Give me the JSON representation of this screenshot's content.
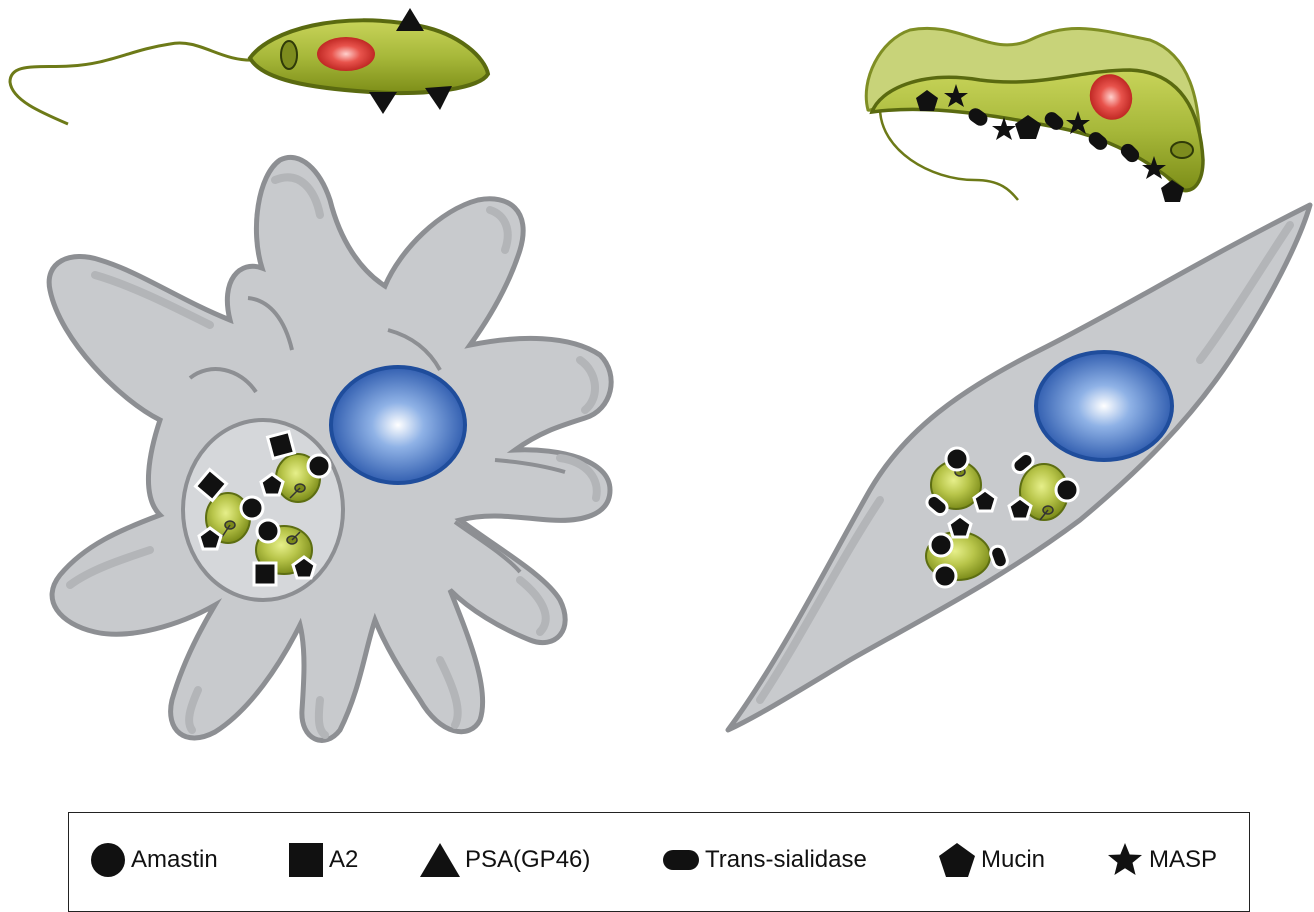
{
  "legend": {
    "items": [
      {
        "symbol": "circle",
        "label": "Amastin"
      },
      {
        "symbol": "square",
        "label": "A2"
      },
      {
        "symbol": "triangle",
        "label": "PSA(GP46)"
      },
      {
        "symbol": "rounded-rect",
        "label": "Trans-sialidase"
      },
      {
        "symbol": "pentagon",
        "label": "Mucin"
      },
      {
        "symbol": "star",
        "label": "MASP"
      }
    ]
  },
  "colors": {
    "host_cell_fill": "#c9cbcf",
    "host_cell_stroke": "#8a8c90",
    "nucleus_blue": "#2f66b8",
    "parasite_green": "#9aaa2a",
    "parasite_dark": "#5a6a10",
    "parasite_nucleus": "#d8322f",
    "marker": "#111111"
  }
}
